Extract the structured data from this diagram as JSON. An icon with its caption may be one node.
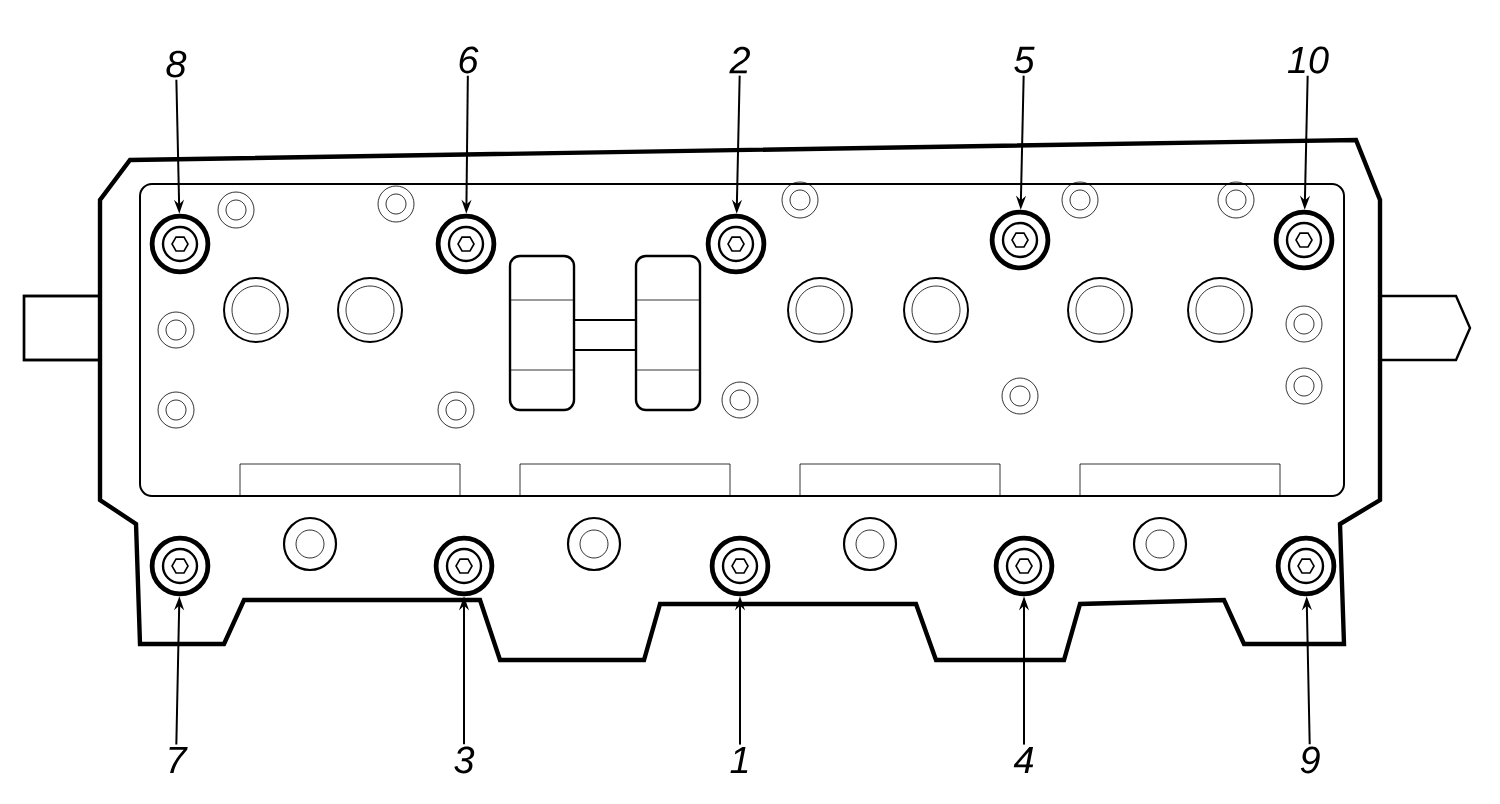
{
  "diagram": {
    "nodes": [
      {
        "text": [
          "8"
        ]
      },
      {
        "text": [
          "6"
        ]
      },
      {
        "text": [
          "2"
        ]
      },
      {
        "text": [
          "5"
        ]
      },
      {
        "text": [
          "10"
        ]
      },
      {
        "text": [],
        "shape": "circle"
      },
      {
        "text": [],
        "shape": "circle"
      },
      {
        "text": [],
        "shape": "circle"
      },
      {
        "text": [],
        "shape": "circle"
      },
      {
        "text": [],
        "shape": "circle"
      },
      {
        "text": [],
        "shape": "circle"
      },
      {
        "text": [],
        "shape": "circle"
      },
      {
        "text": [],
        "shape": "circle"
      },
      {
        "text": [],
        "shape": "circle"
      },
      {
        "text": [],
        "shape": "circle"
      },
      {
        "text": [
          "7"
        ]
      },
      {
        "text": [
          "3"
        ]
      },
      {
        "text": [
          "1"
        ]
      },
      {
        "text": [
          "4"
        ]
      },
      {
        "text": [
          "9"
        ]
      }
    ],
    "edges": [
      {
        "from": 0,
        "to": 5,
        "arrow": "to"
      },
      {
        "from": 1,
        "to": 6,
        "arrow": "to"
      },
      {
        "from": 2,
        "to": 7,
        "arrow": "to"
      },
      {
        "from": 3,
        "to": 8,
        "arrow": "to"
      },
      {
        "from": 4,
        "to": 9,
        "arrow": "to"
      },
      {
        "from": 15,
        "to": 10,
        "arrow": "to"
      },
      {
        "from": 16,
        "to": 11,
        "arrow": "to"
      },
      {
        "from": 17,
        "to": 12,
        "arrow": "to"
      },
      {
        "from": 18,
        "to": 13,
        "arrow": "to"
      },
      {
        "from": 19,
        "to": 14,
        "arrow": "to"
      }
    ]
  }
}
